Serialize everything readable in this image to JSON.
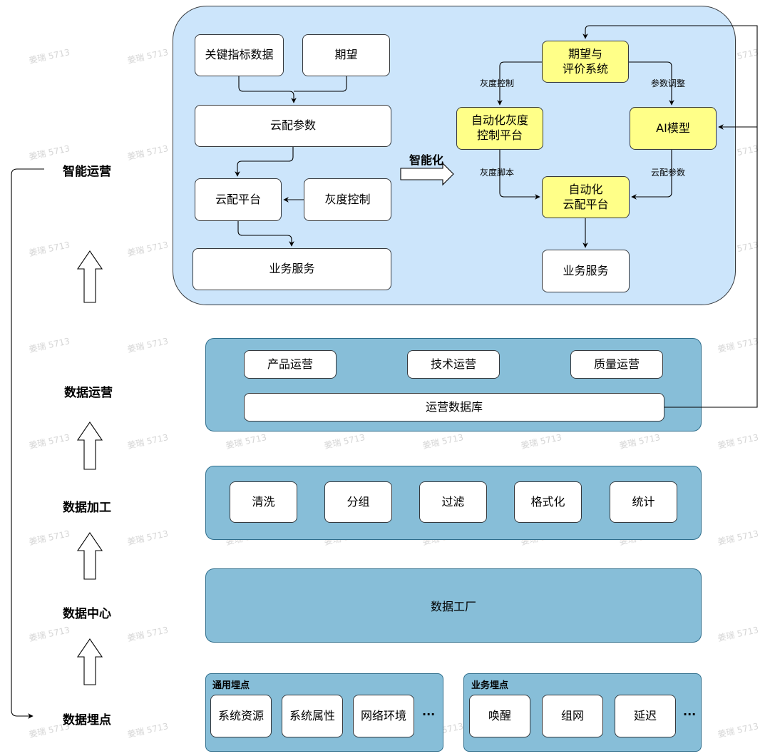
{
  "layers": {
    "smart_ops": "智能运营",
    "data_ops": "数据运营",
    "data_processing": "数据加工",
    "data_center": "数据中心",
    "data_tracking": "数据埋点"
  },
  "smart_panel": {
    "left": {
      "key_metrics": "关键指标数据",
      "expectation": "期望",
      "cloud_params": "云配参数",
      "cloud_platform": "云配平台",
      "gray_control": "灰度控制",
      "business_service": "业务服务"
    },
    "transition_label": "智能化",
    "right": {
      "expect_eval_line1": "期望与",
      "expect_eval_line2": "评价系统",
      "auto_gray_line1": "自动化灰度",
      "auto_gray_line2": "控制平台",
      "ai_model": "AI模型",
      "auto_cloud_line1": "自动化",
      "auto_cloud_line2": "云配平台",
      "business_service": "业务服务",
      "edge_gray_control": "灰度控制",
      "edge_param_tuning": "参数调整",
      "edge_gray_script": "灰度脚本",
      "edge_cloud_params": "云配参数"
    }
  },
  "ops_panel": {
    "product_ops": "产品运营",
    "tech_ops": "技术运营",
    "quality_ops": "质量运营",
    "ops_database": "运营数据库"
  },
  "processing_panel": {
    "items": [
      "清洗",
      "分组",
      "过滤",
      "格式化",
      "统计"
    ]
  },
  "data_center_panel": {
    "label": "数据工厂"
  },
  "tracking": {
    "general": {
      "title": "通用埋点",
      "items": [
        "系统资源",
        "系统属性",
        "网络环境"
      ],
      "more": "···"
    },
    "business": {
      "title": "业务埋点",
      "items": [
        "唤醒",
        "组网",
        "延迟"
      ],
      "more": "···"
    }
  },
  "watermark": "姜瑞 5713",
  "colors": {
    "smart_panel": "#cce5fb",
    "panel": "#87bed8",
    "highlight": "#ffff88",
    "line": "#000000"
  }
}
